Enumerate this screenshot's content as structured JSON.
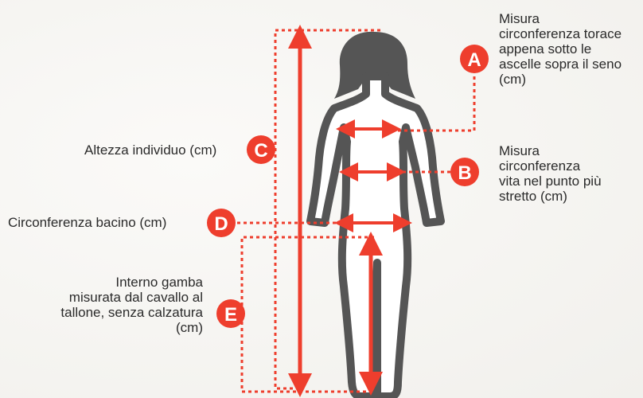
{
  "colors": {
    "accent": "#ee3e2d",
    "figure_outline": "#555555",
    "figure_fill": "#ffffff",
    "text": "#2a2a2a"
  },
  "labels": {
    "A": {
      "letter": "A",
      "lines": [
        "Misura",
        "circonferenza torace",
        "appena sotto le",
        "ascelle sopra il seno",
        "(cm)"
      ]
    },
    "B": {
      "letter": "B",
      "lines": [
        "Misura",
        "circonferenza",
        "vita nel punto più",
        "stretto (cm)"
      ]
    },
    "C": {
      "letter": "C",
      "lines": [
        "Altezza individuo (cm)"
      ]
    },
    "D": {
      "letter": "D",
      "lines": [
        "Circonferenza bacino (cm)"
      ]
    },
    "E": {
      "letter": "E",
      "lines": [
        "Interno gamba",
        "misurata dal cavallo al",
        "tallone, senza calzatura",
        "(cm)"
      ]
    }
  }
}
